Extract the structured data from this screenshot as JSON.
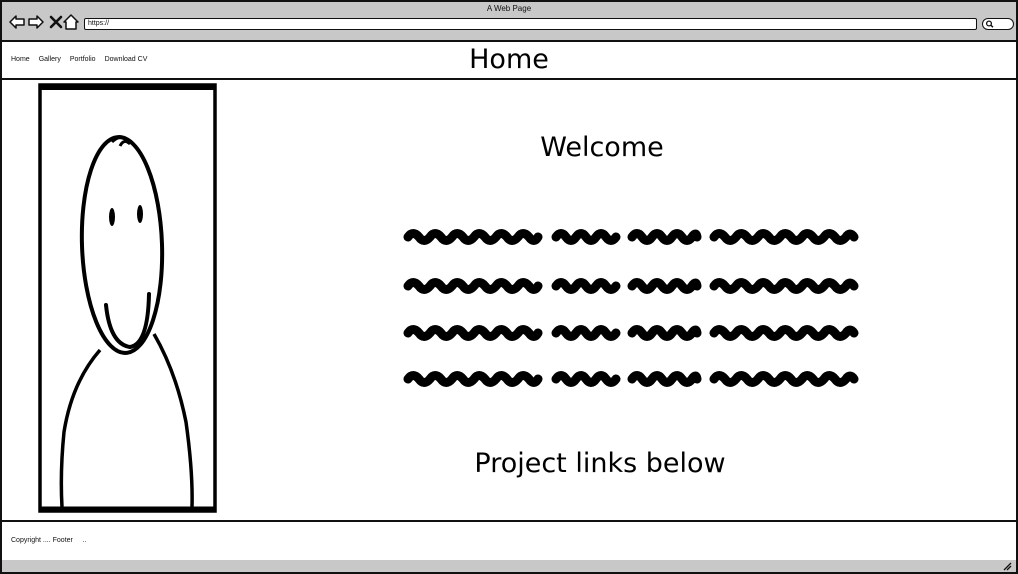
{
  "window": {
    "title": "A Web Page"
  },
  "toolbar": {
    "back_icon": "back-arrow-icon",
    "forward_icon": "forward-arrow-icon",
    "stop_icon": "close-x-icon",
    "home_icon": "home-icon",
    "search_icon": "search-icon"
  },
  "address_bar": {
    "value": "https://"
  },
  "nav": {
    "items": [
      {
        "label": "Home"
      },
      {
        "label": "Gallery"
      },
      {
        "label": "Portfolio"
      },
      {
        "label": "Download CV"
      }
    ]
  },
  "page": {
    "title": "Home"
  },
  "main": {
    "profile_image": "smiley-person-placeholder",
    "welcome": "Welcome",
    "placeholder_text": "scribbled-placeholder-paragraph",
    "projects_heading": "Project links below"
  },
  "footer": {
    "text": "Copyright .... Footer     .."
  },
  "colors": {
    "chrome": "#c8c8c8",
    "background": "#ffffff",
    "ink": "#111111"
  }
}
